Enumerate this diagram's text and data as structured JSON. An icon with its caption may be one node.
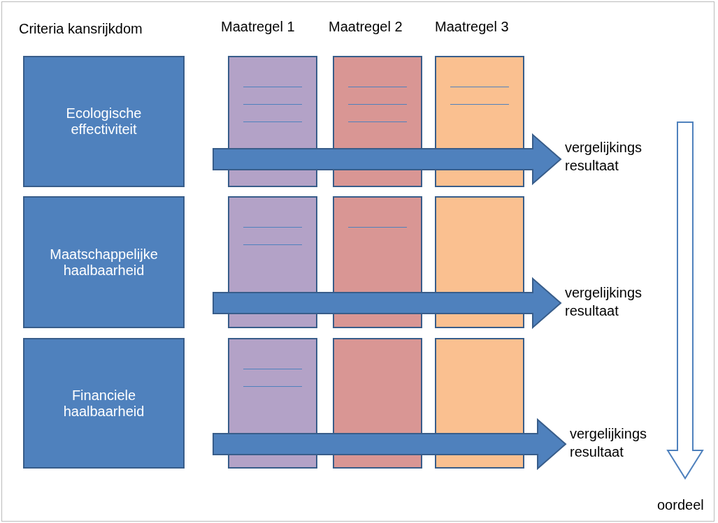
{
  "diagram": {
    "nodes": [
      {
        "text": [
          "Ecologische effectiviteit"
        ]
      },
      {
        "text": [],
        "shape": "box"
      },
      {
        "text": [],
        "shape": "box"
      },
      {
        "text": [],
        "shape": "box"
      },
      {
        "text": [
          "vergelijkings resultaat"
        ]
      },
      {
        "text": [
          "Maatschappelijke haalbaarheid"
        ]
      },
      {
        "text": [],
        "shape": "box"
      },
      {
        "text": [],
        "shape": "box"
      },
      {
        "text": [],
        "shape": "box"
      },
      {
        "text": [
          "vergelijkings resultaat"
        ]
      },
      {
        "text": [
          "Financiele haalbaarheid"
        ]
      },
      {
        "text": [],
        "shape": "box"
      },
      {
        "text": [],
        "shape": "box"
      },
      {
        "text": [],
        "shape": "box"
      },
      {
        "text": [
          "vergelijkings resultaat"
        ]
      },
      {
        "text": [
          "oordeel"
        ]
      }
    ],
    "edges": [
      {
        "from": null,
        "to": 4,
        "arrow": "to"
      },
      {
        "from": null,
        "to": 9,
        "arrow": "to"
      },
      {
        "from": null,
        "to": 14,
        "arrow": "to"
      },
      {
        "from": null,
        "to": 15,
        "arrow": "to"
      }
    ],
    "labels": [
      "Criteria kansrijkdom",
      "Maatregel 1",
      "Maatregel 2",
      "Maatregel 3"
    ]
  }
}
